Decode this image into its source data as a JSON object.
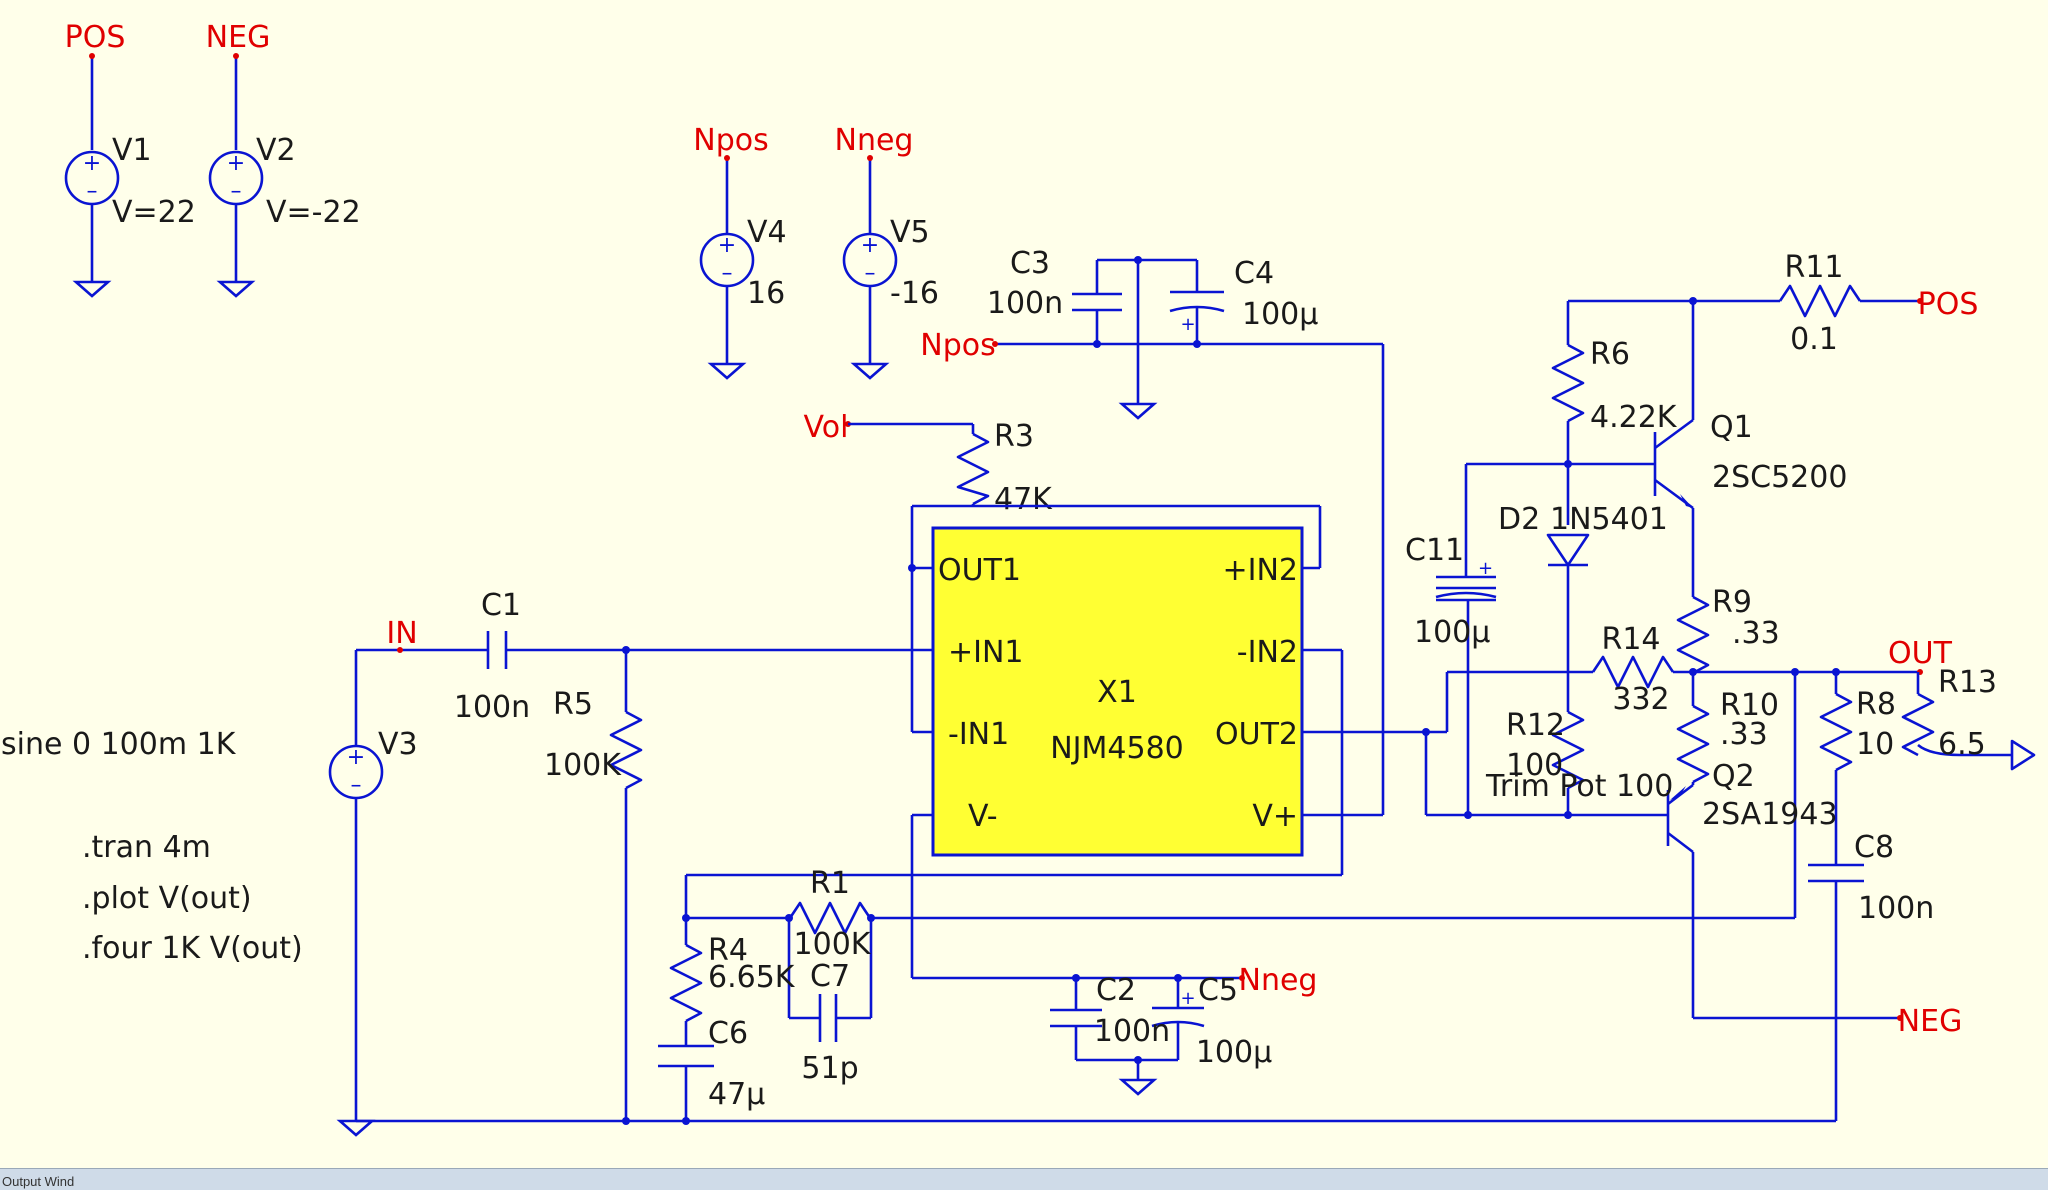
{
  "nets": {
    "pos": "POS",
    "neg": "NEG",
    "npos": "Npos",
    "nneg": "Nneg",
    "vol": "Vol",
    "in": "IN",
    "out": "OUT"
  },
  "sources": {
    "v1": {
      "name": "V1",
      "value": "V=22"
    },
    "v2": {
      "name": "V2",
      "value": "V=-22"
    },
    "v3": {
      "name": "V3",
      "value": "sine 0 100m 1K"
    },
    "v4": {
      "name": "V4",
      "value": "16"
    },
    "v5": {
      "name": "V5",
      "value": "-16"
    }
  },
  "chip": {
    "name": "X1",
    "part": "NJM4580",
    "pins": {
      "out1": "OUT1",
      "in1p": "+IN1",
      "in1n": "-IN1",
      "vneg": "V-",
      "in2p": "+IN2",
      "in2n": "-IN2",
      "out2": "OUT2",
      "vpos": "V+"
    }
  },
  "resistors": {
    "r1": {
      "name": "R1",
      "value": "100K"
    },
    "r3": {
      "name": "R3",
      "value": "47K"
    },
    "r4": {
      "name": "R4",
      "value": "6.65K"
    },
    "r5": {
      "name": "R5",
      "value": "100K"
    },
    "r6": {
      "name": "R6",
      "value": "4.22K"
    },
    "r8": {
      "name": "R8",
      "value": "10"
    },
    "r9": {
      "name": "R9",
      "value": ".33"
    },
    "r10": {
      "name": "R10",
      "value": ".33"
    },
    "r11": {
      "name": "R11",
      "value": "0.1"
    },
    "r12": {
      "name": "R12",
      "value": "100"
    },
    "r12_note": "Trim Pot 100",
    "r13": {
      "name": "R13",
      "value": "6.5"
    },
    "r14": {
      "name": "R14",
      "value": "332"
    }
  },
  "capacitors": {
    "c1": {
      "name": "C1",
      "value": "100n"
    },
    "c2": {
      "name": "C2",
      "value": "100n"
    },
    "c3": {
      "name": "C3",
      "value": "100n"
    },
    "c4": {
      "name": "C4",
      "value": "100µ"
    },
    "c5": {
      "name": "C5",
      "value": "100µ"
    },
    "c6": {
      "name": "C6",
      "value": "47µ"
    },
    "c7": {
      "name": "C7",
      "value": "51p"
    },
    "c8": {
      "name": "C8",
      "value": "100n"
    },
    "c11": {
      "name": "C11",
      "value": "100µ"
    }
  },
  "semis": {
    "d2": {
      "name": "D2",
      "value": "1N5401"
    },
    "q1": {
      "name": "Q1",
      "value": "2SC5200"
    },
    "q2": {
      "name": "Q2",
      "value": "2SA1943"
    }
  },
  "directives": [
    ".tran 4m",
    ".plot V(out)",
    ".four 1K V(out)"
  ],
  "status_text": "Output Wind"
}
